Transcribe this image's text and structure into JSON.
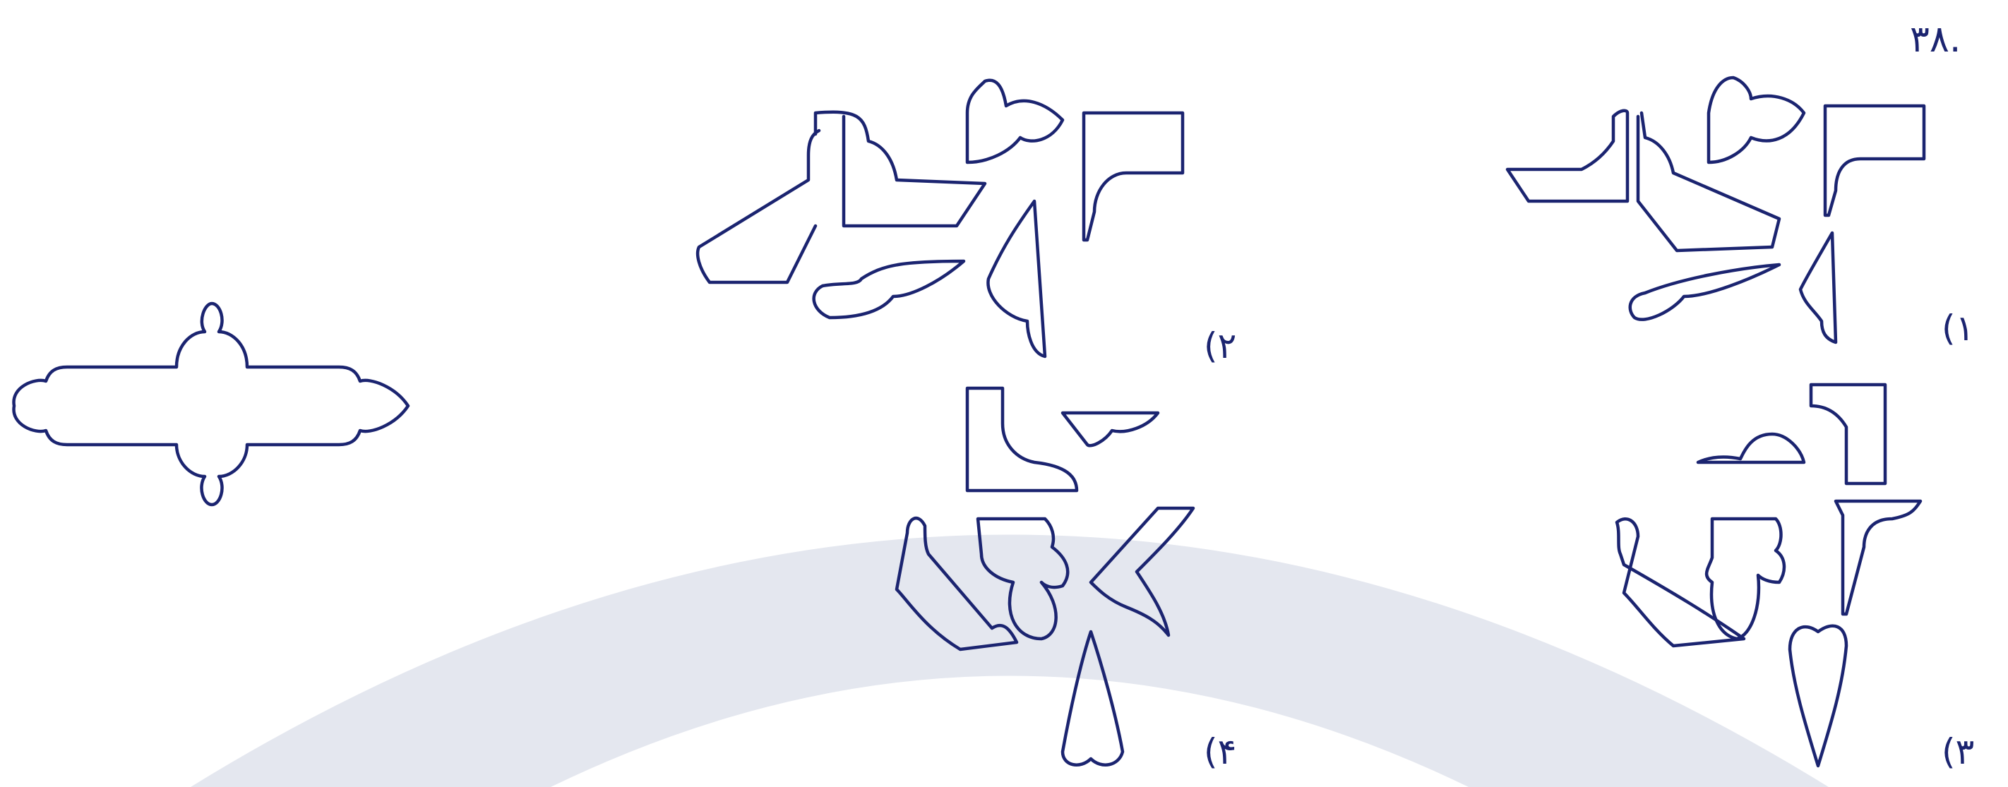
{
  "question": {
    "number": "۳۸."
  },
  "options": [
    {
      "id": "1",
      "label": "(۱"
    },
    {
      "id": "2",
      "label": "(۲"
    },
    {
      "id": "3",
      "label": "(۳"
    },
    {
      "id": "4",
      "label": "(۴"
    }
  ],
  "colors": {
    "line": "#1b2470",
    "watermark": "#e4e7ef",
    "background": "#ffffff"
  }
}
